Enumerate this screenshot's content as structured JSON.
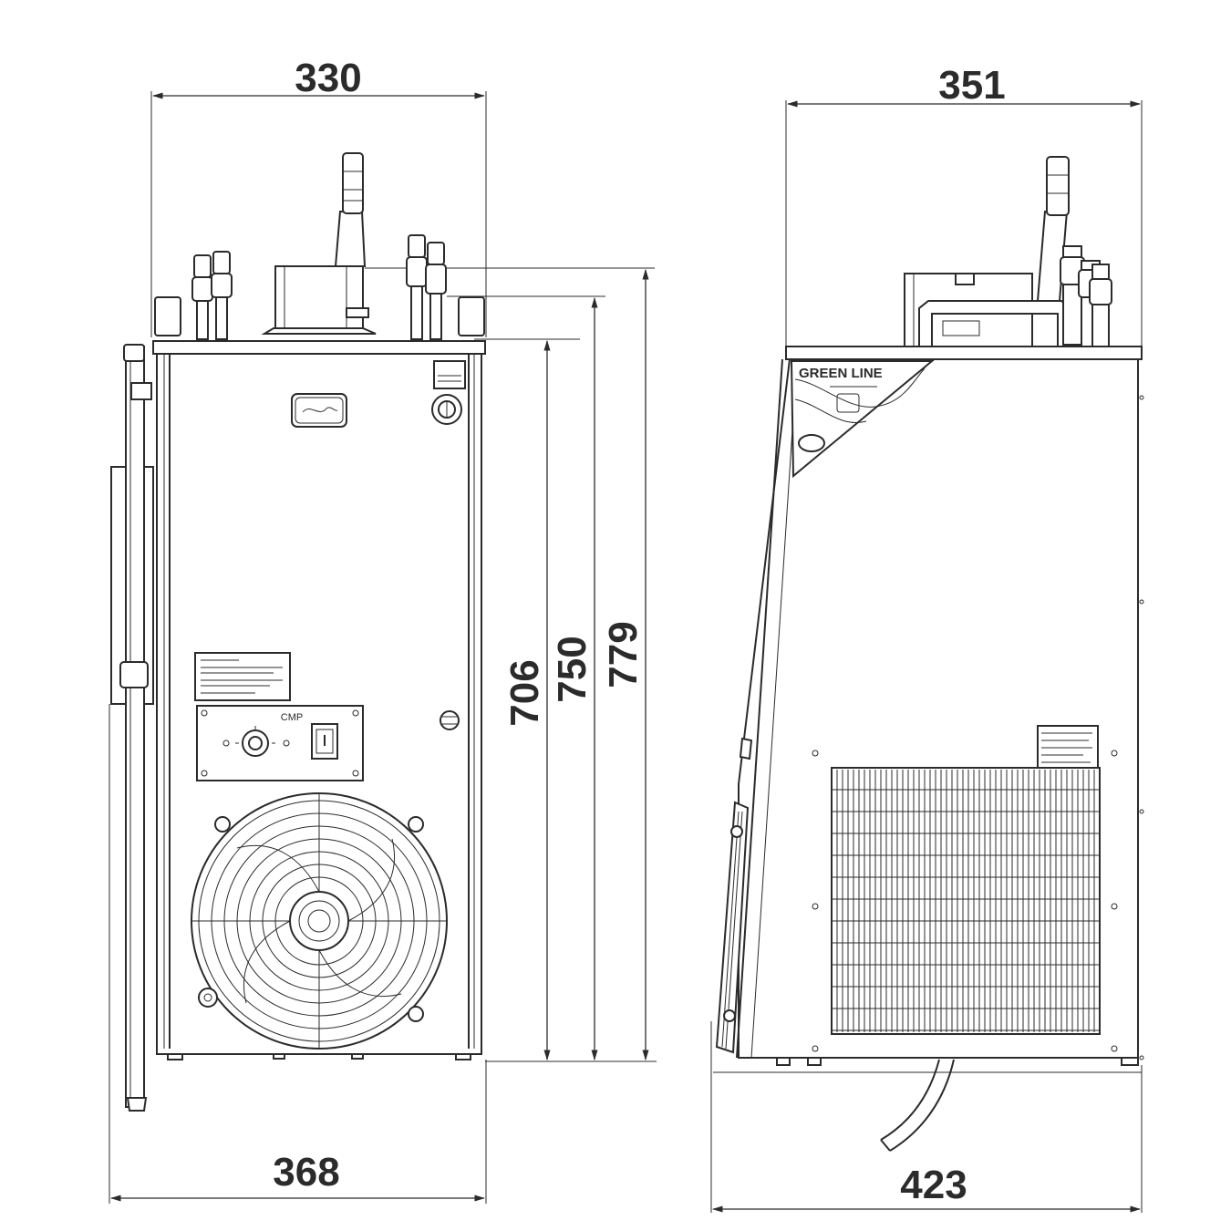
{
  "front_view": {
    "width_top": "330",
    "width_bottom": "368",
    "height_body": "706",
    "height_mid": "750",
    "height_total": "779",
    "switch_label": "CMP"
  },
  "side_view": {
    "depth_top": "351",
    "depth_bottom": "423",
    "badge_title": "GREEN LINE"
  }
}
